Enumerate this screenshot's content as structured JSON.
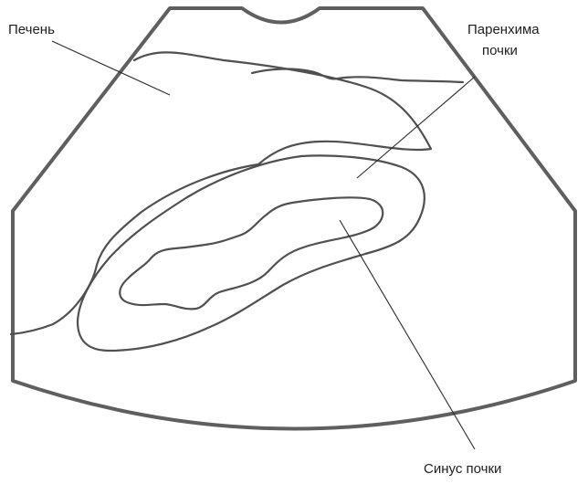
{
  "labels": {
    "liver": "Печень",
    "parenchyma_line1": "Паренхима",
    "parenchyma_line2": "почки",
    "sinus": "Синус почки"
  },
  "colors": {
    "outline": "#5f5f5f",
    "contour": "#505050",
    "text": "#1e1e1e"
  }
}
